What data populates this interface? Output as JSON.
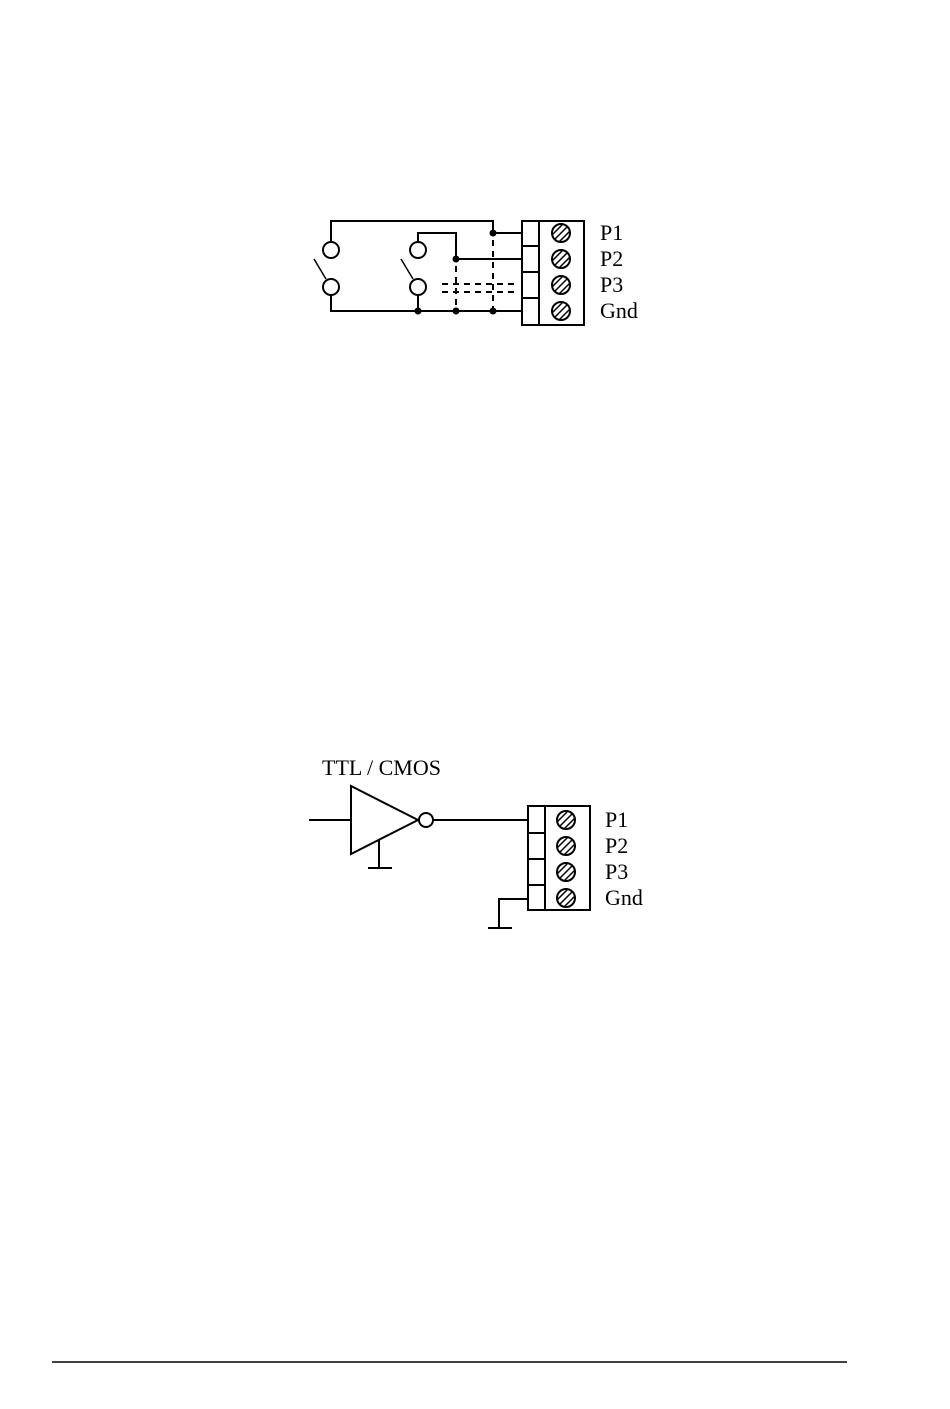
{
  "diagram1": {
    "terminals": [
      "P1",
      "P2",
      "P3",
      "Gnd"
    ]
  },
  "diagram2": {
    "logic_label": "TTL / CMOS",
    "terminals": [
      "P1",
      "P2",
      "P3",
      "Gnd"
    ]
  }
}
